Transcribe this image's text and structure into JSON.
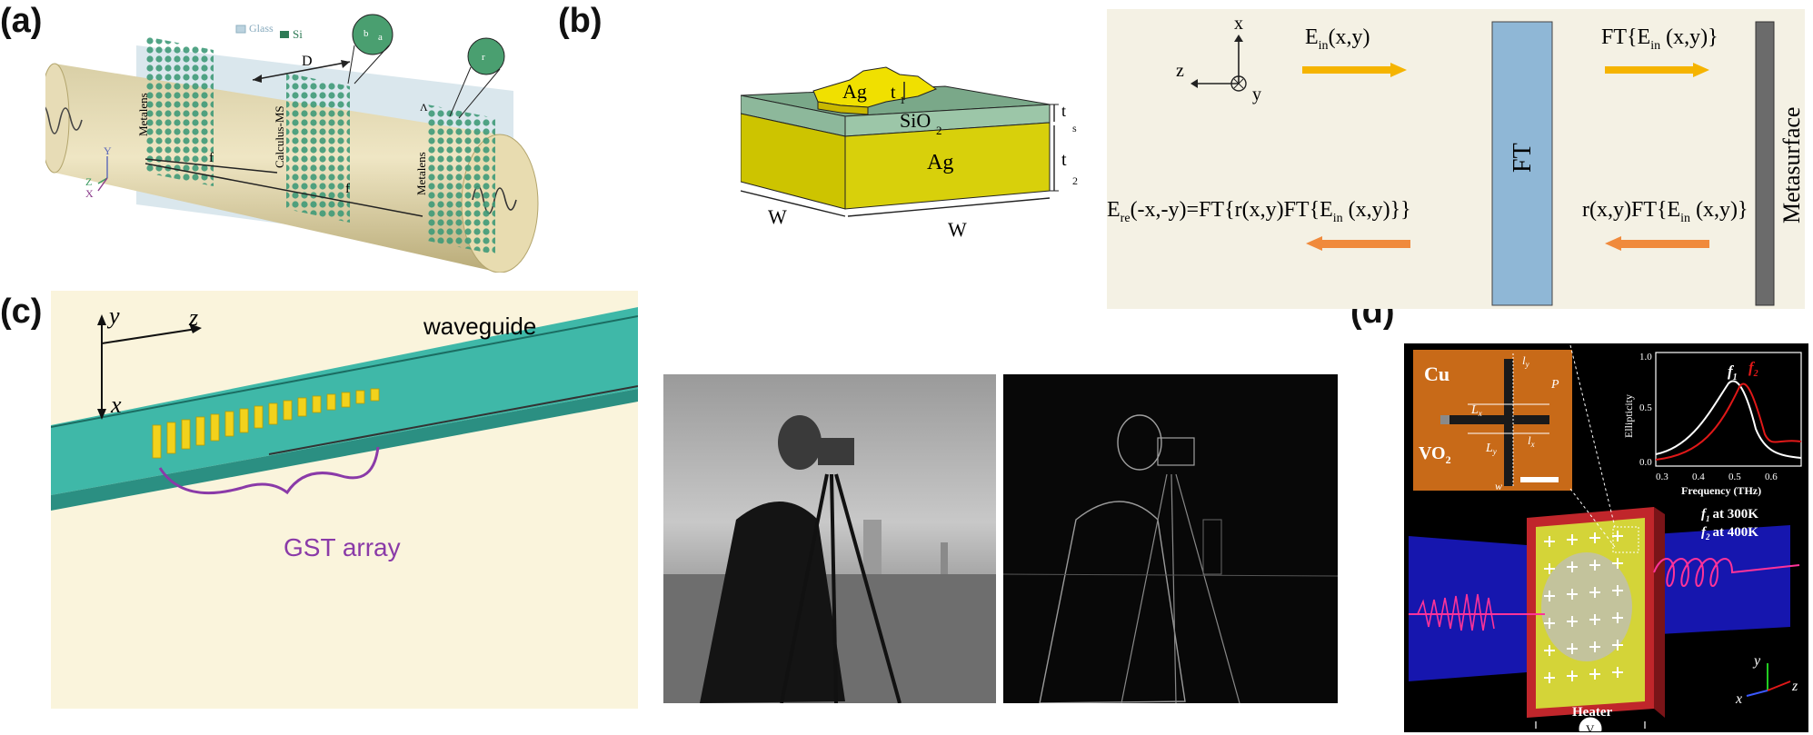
{
  "labels": {
    "a": "(a)",
    "b": "(b)",
    "c": "(c)",
    "d": "(d)"
  },
  "panel_a": {
    "legend_glass": "Glass",
    "legend_si": "Si",
    "metalens_left": "Metalens",
    "calculus_ms": "Calculus-MS",
    "metalens_right": "Metalens",
    "distance_d": "D",
    "f_left": "f",
    "f_right": "f",
    "lambda": "Λ",
    "axis_y": "Y",
    "axis_z": "Z",
    "axis_x": "X",
    "inset_b": "b",
    "inset_a": "a",
    "inset_r": "r"
  },
  "panel_b": {
    "ag_top": "Ag",
    "t1": "t",
    "t1_sub": "1",
    "ts": "t",
    "ts_sub": "s",
    "sio2": "SiO",
    "sio2_sub": "2",
    "t2": "t",
    "t2_sub": "2",
    "ag_bottom": "Ag",
    "w_left": "W",
    "w_right": "W"
  },
  "panel_b2": {
    "axis_x": "x",
    "axis_z": "z",
    "axis_y": "y",
    "ein_main": "E",
    "ein_sub": "in",
    "ein_tail": "(x,y)",
    "ft_block": "FT",
    "ft_top_pre": "FT{E",
    "ft_top_sub": "in",
    "ft_top_tail": " (x,y)}",
    "metasurface": "Metasurface",
    "bottom_right_pre": "r(x,y)FT{E",
    "bottom_right_sub": "in",
    "bottom_right_tail": " (x,y)}",
    "bottom_left_pre": "E",
    "bottom_left_sub": "re",
    "bottom_left_mid": "(-x,-y)=FT{r(x,y)FT{E",
    "bottom_left_sub2": "in",
    "bottom_left_tail": " (x,y)}}",
    "colors": {
      "yellow_arrow": "#f5b400",
      "orange_arrow": "#f08a3c",
      "ft_block": "#8fb7d6",
      "metasurface": "#6b6b6b",
      "bg": "#f4f1e4"
    }
  },
  "panel_c": {
    "axis_y": "y",
    "axis_z": "z",
    "axis_x": "x",
    "waveguide": "waveguide",
    "gst_array": "GST array",
    "colors": {
      "waveguide": "#3fb8a8",
      "gst": "#f2d21c",
      "brace": "#8a3aa8"
    }
  },
  "panel_d": {
    "cu": "Cu",
    "vo2": "VO",
    "vo2_sub": "2",
    "ly_top": "l",
    "ly_top_sub": "y",
    "p": "P",
    "lx": "L",
    "lx_sub": "x",
    "ly": "L",
    "ly_sub": "y",
    "lx_small": "l",
    "lx_small_sub": "x",
    "w": "w",
    "f1": "f",
    "f1_sub": "1",
    "f2": "f",
    "f2_sub": "2",
    "ylabel": "Ellipticity",
    "xlabel": "Frequency (THz)",
    "yticks": [
      "0.0",
      "0.5",
      "1.0"
    ],
    "xticks": [
      "0.3",
      "0.4",
      "0.5",
      "0.6"
    ],
    "f1_note": "at 300K",
    "f2_note": "at 400K",
    "heater": "Heater",
    "voltmeter": "V",
    "axis_y": "y",
    "axis_x": "x",
    "axis_z": "z"
  }
}
